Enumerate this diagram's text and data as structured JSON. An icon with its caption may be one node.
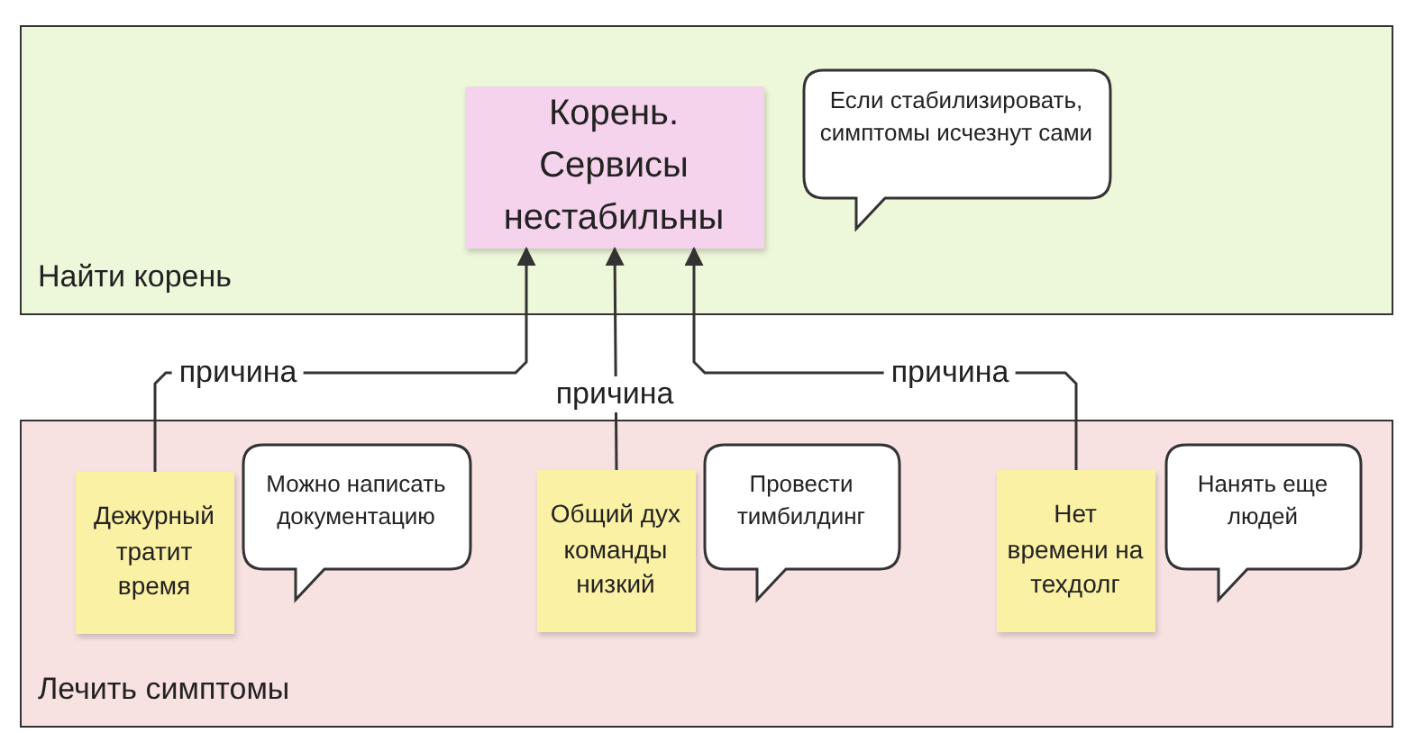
{
  "diagram": {
    "nodes": [
      {
        "text": [
          "Найти корень"
        ]
      },
      {
        "text": [
          "Корень. Сервисы нестабильны"
        ],
        "in": 0
      },
      {
        "text": [
          "Если стабилизировать, симптомы исчезнут сами"
        ],
        "in": 0
      },
      {
        "text": [
          "Лечить симптомы"
        ]
      },
      {
        "text": [
          "Дежурный тратит время"
        ],
        "in": 3
      },
      {
        "text": [
          "Можно написать документацию"
        ],
        "in": 3
      },
      {
        "text": [
          "Общий дух команды низкий"
        ],
        "in": 3
      },
      {
        "text": [
          "Провести тимбилдинг"
        ],
        "in": 3
      },
      {
        "text": [
          "Нет времени на техдолг"
        ],
        "in": 3
      },
      {
        "text": [
          "Нанять еще людей"
        ],
        "in": 3
      }
    ],
    "edges": [
      {
        "from": 4,
        "to": 1,
        "arrow": "to",
        "label": "причина"
      },
      {
        "from": 6,
        "to": 1,
        "arrow": "to",
        "label": "причина"
      },
      {
        "from": 8,
        "to": 1,
        "arrow": "to",
        "label": "причина"
      }
    ]
  }
}
